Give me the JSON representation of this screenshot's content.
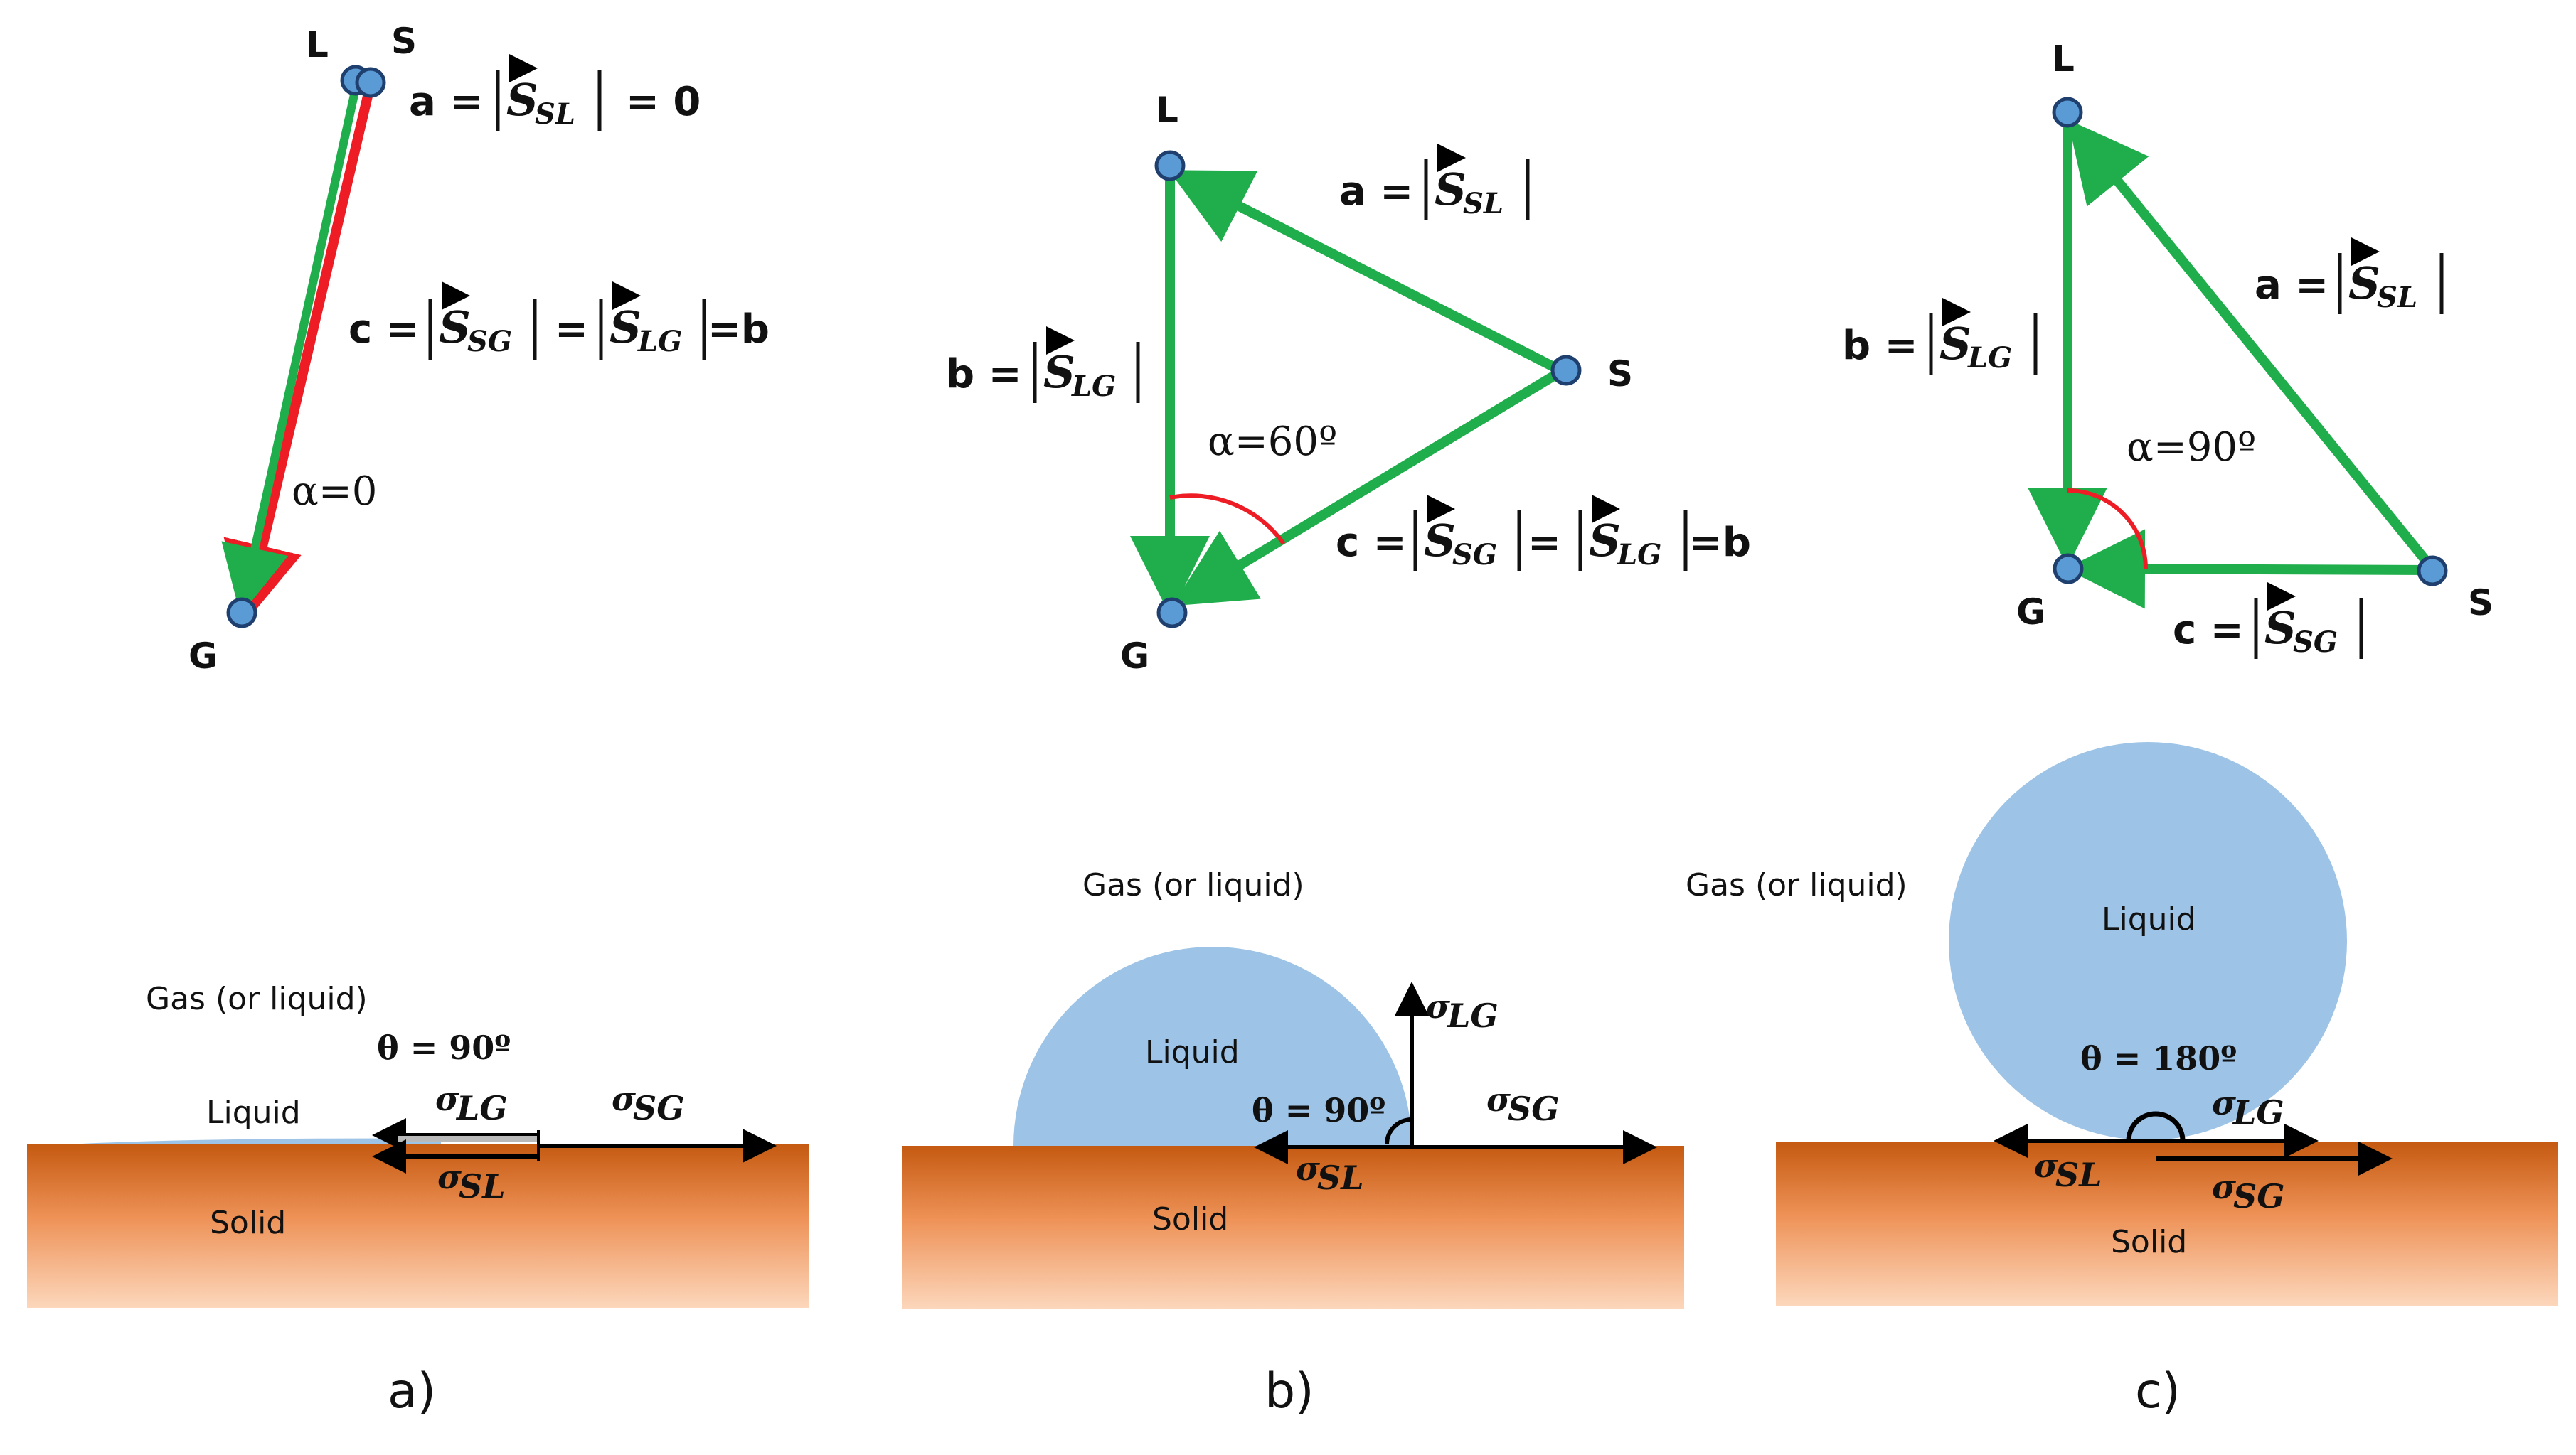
{
  "triangles": {
    "a": {
      "points": {
        "L": "L",
        "S": "S",
        "G": "G"
      },
      "label_a": "a = ",
      "label_a_tail": "= 0",
      "label_c": "c = ",
      "label_c_mid": "=",
      "label_c_tail": "=b",
      "angle": "α=0"
    },
    "b": {
      "points": {
        "L": "L",
        "S": "S",
        "G": "G"
      },
      "label_a": "a = ",
      "label_b": "b = ",
      "label_c": "c = ",
      "label_c_mid": "=",
      "label_c_tail": "=b",
      "angle": "α=60º"
    },
    "c": {
      "points": {
        "L": "L",
        "S": "S",
        "G": "G"
      },
      "label_a": "a = ",
      "label_b": "b = ",
      "label_c": "c = ",
      "angle": "α=90º"
    },
    "vector_symbol": "S",
    "subscripts": {
      "SL": "SL",
      "SG": "SG",
      "LG": "LG"
    }
  },
  "wetting": {
    "a": {
      "gas": "Gas (or liquid)",
      "liquid": "Liquid",
      "solid": "Solid",
      "theta": "θ = 90º"
    },
    "b": {
      "gas": "Gas (or liquid)",
      "liquid": "Liquid",
      "solid": "Solid",
      "theta": "θ = 90º"
    },
    "c": {
      "gas": "Gas (or liquid)",
      "liquid": "Liquid",
      "solid": "Solid",
      "theta": "θ = 180º"
    },
    "sigma": "σ",
    "subscripts": {
      "LG": "LG",
      "SL": "SL",
      "SG": "SG"
    }
  },
  "panel_labels": [
    "a)",
    "b)",
    "c)"
  ],
  "colors": {
    "green": "#1fae4b",
    "red": "#ee1c24",
    "point_fill": "#5b9bd5",
    "point_stroke": "#1f3f6e",
    "drop": "#9dc3e6",
    "solid_top": "#c55a11",
    "solid_bottom": "#fbd5b5"
  }
}
